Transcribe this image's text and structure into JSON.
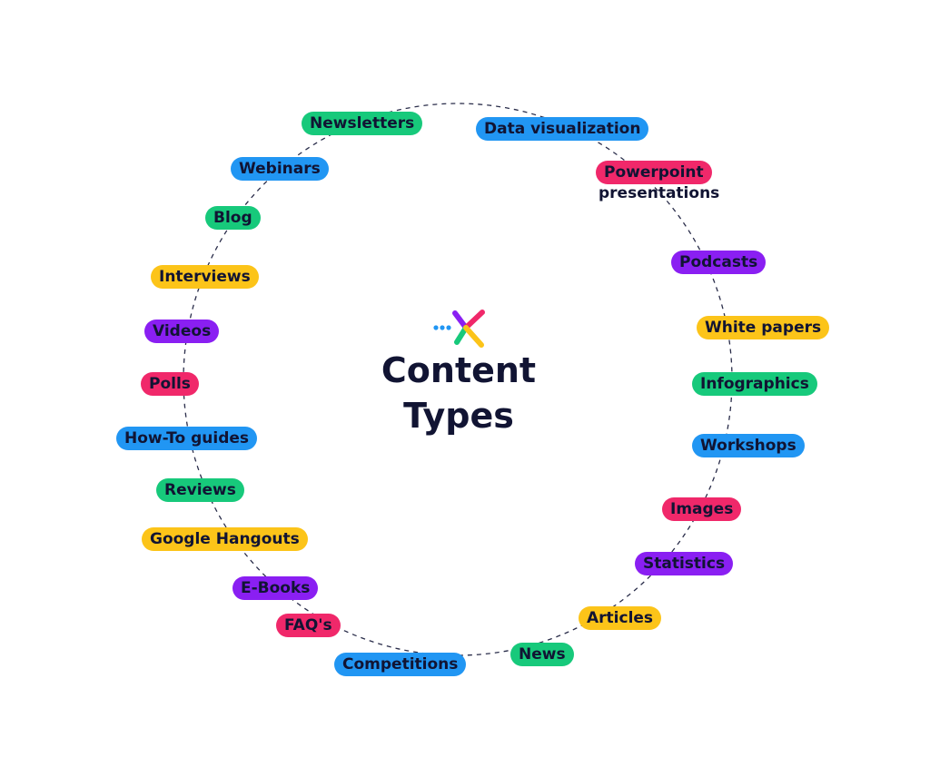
{
  "title": {
    "line1": "Content",
    "line2": "Types"
  },
  "colors": {
    "green": "#17c97b",
    "blue": "#2196f3",
    "pink": "#f0286a",
    "purple": "#8a1ff2",
    "yellow": "#fcc419",
    "text": "#111433"
  },
  "logo": {
    "icon": "brand-arrow-x-icon"
  },
  "items": [
    {
      "label": "Newsletters",
      "color": "green"
    },
    {
      "label": "Data visualization",
      "color": "blue"
    },
    {
      "label": "Webinars",
      "color": "blue"
    },
    {
      "label": "Powerpoint",
      "color": "pink",
      "sublabel": "presentations"
    },
    {
      "label": "Blog",
      "color": "green"
    },
    {
      "label": "Podcasts",
      "color": "purple"
    },
    {
      "label": "Interviews",
      "color": "yellow"
    },
    {
      "label": "White papers",
      "color": "yellow"
    },
    {
      "label": "Videos",
      "color": "purple"
    },
    {
      "label": "Infographics",
      "color": "green"
    },
    {
      "label": "Polls",
      "color": "pink"
    },
    {
      "label": "Workshops",
      "color": "blue"
    },
    {
      "label": "How-To guides",
      "color": "blue"
    },
    {
      "label": "Images",
      "color": "pink"
    },
    {
      "label": "Reviews",
      "color": "green"
    },
    {
      "label": "Statistics",
      "color": "purple"
    },
    {
      "label": "Google Hangouts",
      "color": "yellow"
    },
    {
      "label": "Articles",
      "color": "yellow"
    },
    {
      "label": "E-Books",
      "color": "purple"
    },
    {
      "label": "News",
      "color": "green"
    },
    {
      "label": "FAQ's",
      "color": "pink"
    },
    {
      "label": "Competitions",
      "color": "blue"
    }
  ]
}
